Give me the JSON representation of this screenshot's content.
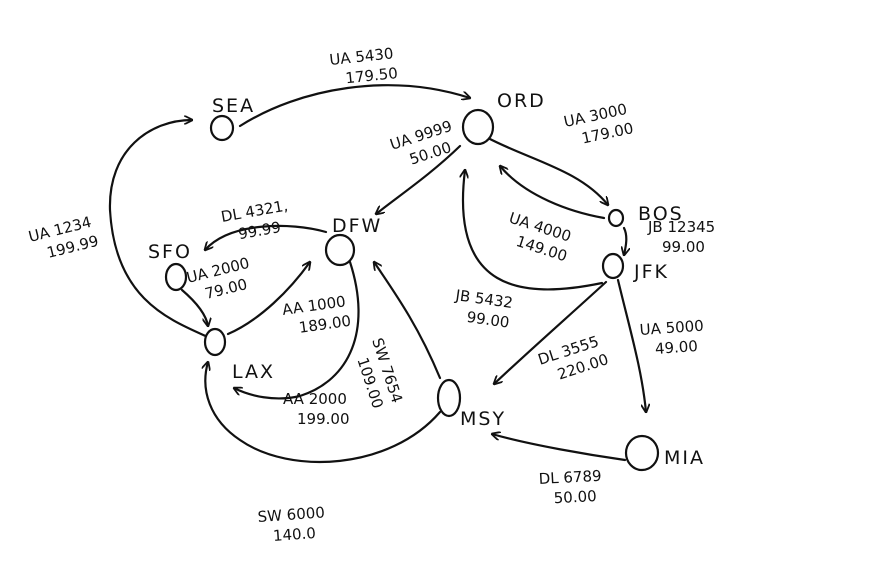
{
  "nodes": [
    {
      "id": "SEA",
      "label": "SEA"
    },
    {
      "id": "ORD",
      "label": "ORD"
    },
    {
      "id": "SFO",
      "label": "SFO"
    },
    {
      "id": "DFW",
      "label": "DFW"
    },
    {
      "id": "LAX",
      "label": "LAX"
    },
    {
      "id": "BOS",
      "label": "BOS"
    },
    {
      "id": "JFK",
      "label": "JFK"
    },
    {
      "id": "MSY",
      "label": "MSY"
    },
    {
      "id": "MIA",
      "label": "MIA"
    }
  ],
  "edges": [
    {
      "id": "e1",
      "from": "SEA",
      "to": "ORD",
      "flight": "UA 5430",
      "price": "179.50"
    },
    {
      "id": "e2",
      "from": "ORD",
      "to": "DFW",
      "flight": "UA 9999",
      "price": "50.00"
    },
    {
      "id": "e3",
      "from": "ORD",
      "to": "BOS",
      "flight": "UA 3000",
      "price": "179.00"
    },
    {
      "id": "e4",
      "from": "BOS",
      "to": "ORD",
      "flight": "UA 4000",
      "price": "149.00"
    },
    {
      "id": "e5",
      "from": "BOS",
      "to": "JFK",
      "flight": "JB 12345",
      "price": "99.00"
    },
    {
      "id": "e6",
      "from": "JFK",
      "to": "ORD",
      "flight": "JB 5432",
      "price": "99.00"
    },
    {
      "id": "e7",
      "from": "LAX",
      "to": "SEA",
      "flight": "UA 1234",
      "price": "199.99"
    },
    {
      "id": "e8",
      "from": "DFW",
      "to": "SFO",
      "flight": "DL 4321,",
      "price": "99.99"
    },
    {
      "id": "e9",
      "from": "SFO",
      "to": "LAX",
      "flight": "UA 2000",
      "price": "79.00"
    },
    {
      "id": "e10",
      "from": "LAX",
      "to": "DFW",
      "flight": "AA 1000",
      "price": "189.00"
    },
    {
      "id": "e11",
      "from": "DFW",
      "to": "LAX",
      "flight": "AA 2000",
      "price": "199.00"
    },
    {
      "id": "e12",
      "from": "MSY",
      "to": "DFW",
      "flight": "SW 7654",
      "price": "109.00"
    },
    {
      "id": "e13",
      "from": "MSY",
      "to": "LAX",
      "flight": "SW 6000",
      "price": "140.0"
    },
    {
      "id": "e14",
      "from": "JFK",
      "to": "MSY",
      "flight": "DL 3555",
      "price": "220.00"
    },
    {
      "id": "e15",
      "from": "JFK",
      "to": "MIA",
      "flight": "UA 5000",
      "price": "49.00"
    },
    {
      "id": "e16",
      "from": "MIA",
      "to": "MSY",
      "flight": "DL 6789",
      "price": "50.00"
    }
  ]
}
